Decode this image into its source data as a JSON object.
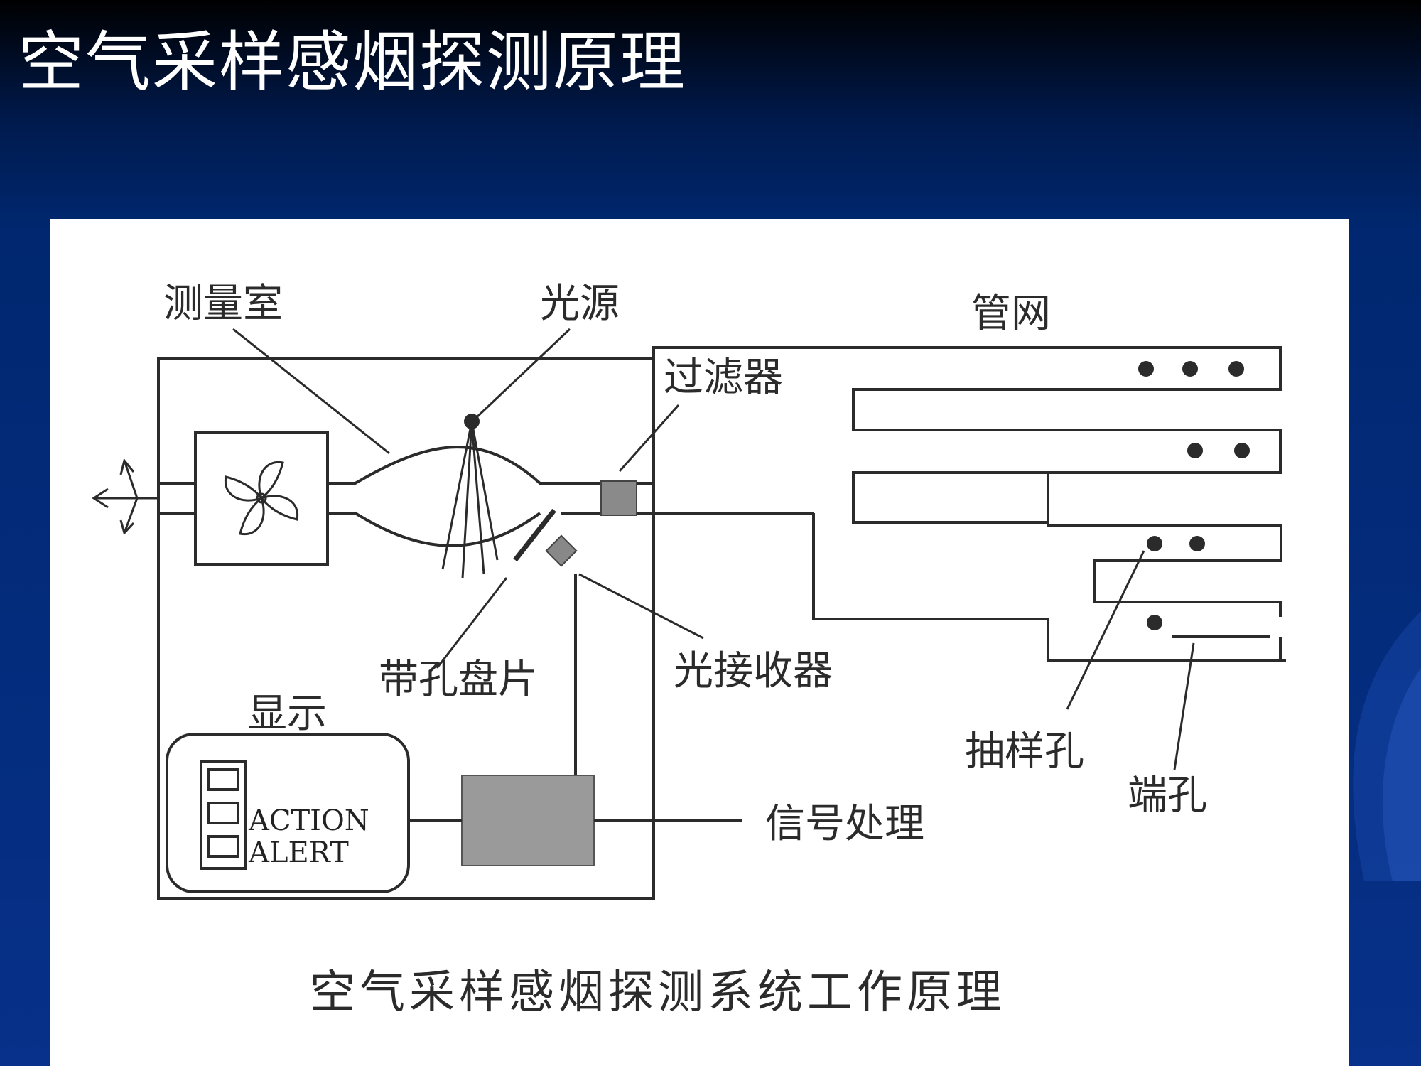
{
  "slide": {
    "title": "空气采样感烟探测原理"
  },
  "diagram": {
    "labels": {
      "measuring_chamber": "测量室",
      "light_source": "光源",
      "filter": "过滤器",
      "pipe_network": "管网",
      "perforated_disc": "带孔盘片",
      "light_receiver": "光接收器",
      "display": "显示",
      "signal_processing": "信号处理",
      "sampling_hole": "抽样孔",
      "end_hole": "端孔",
      "action": "ACTION",
      "alert": "ALERT"
    },
    "caption": "空气采样感烟探测系统工作原理"
  },
  "colors": {
    "title_text": "#ffffff",
    "background": "#00276f",
    "panel": "#ffffff",
    "line": "#2b2b2b"
  }
}
